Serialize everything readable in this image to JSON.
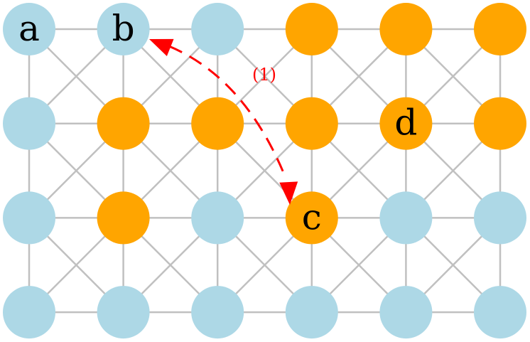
{
  "grid": {
    "rows": 4,
    "cols": 6,
    "colors": {
      "blue": "#add8e6",
      "orange": "#ffa500",
      "edge": "#c0c0c0",
      "arrow": "#ff0000"
    },
    "states": [
      [
        "blue",
        "blue",
        "blue",
        "orange",
        "orange",
        "orange"
      ],
      [
        "blue",
        "orange",
        "orange",
        "orange",
        "orange",
        "orange"
      ],
      [
        "blue",
        "orange",
        "blue",
        "orange",
        "blue",
        "blue"
      ],
      [
        "blue",
        "blue",
        "blue",
        "blue",
        "blue",
        "blue"
      ]
    ]
  },
  "labels": [
    {
      "row": 0,
      "col": 0,
      "text": "a"
    },
    {
      "row": 0,
      "col": 1,
      "text": "b"
    },
    {
      "row": 2,
      "col": 3,
      "text": "c"
    },
    {
      "row": 1,
      "col": 4,
      "text": "d"
    }
  ],
  "annotation": {
    "text": "(1)",
    "from": "c",
    "to": "b",
    "style": "dashed-double-arrow"
  }
}
